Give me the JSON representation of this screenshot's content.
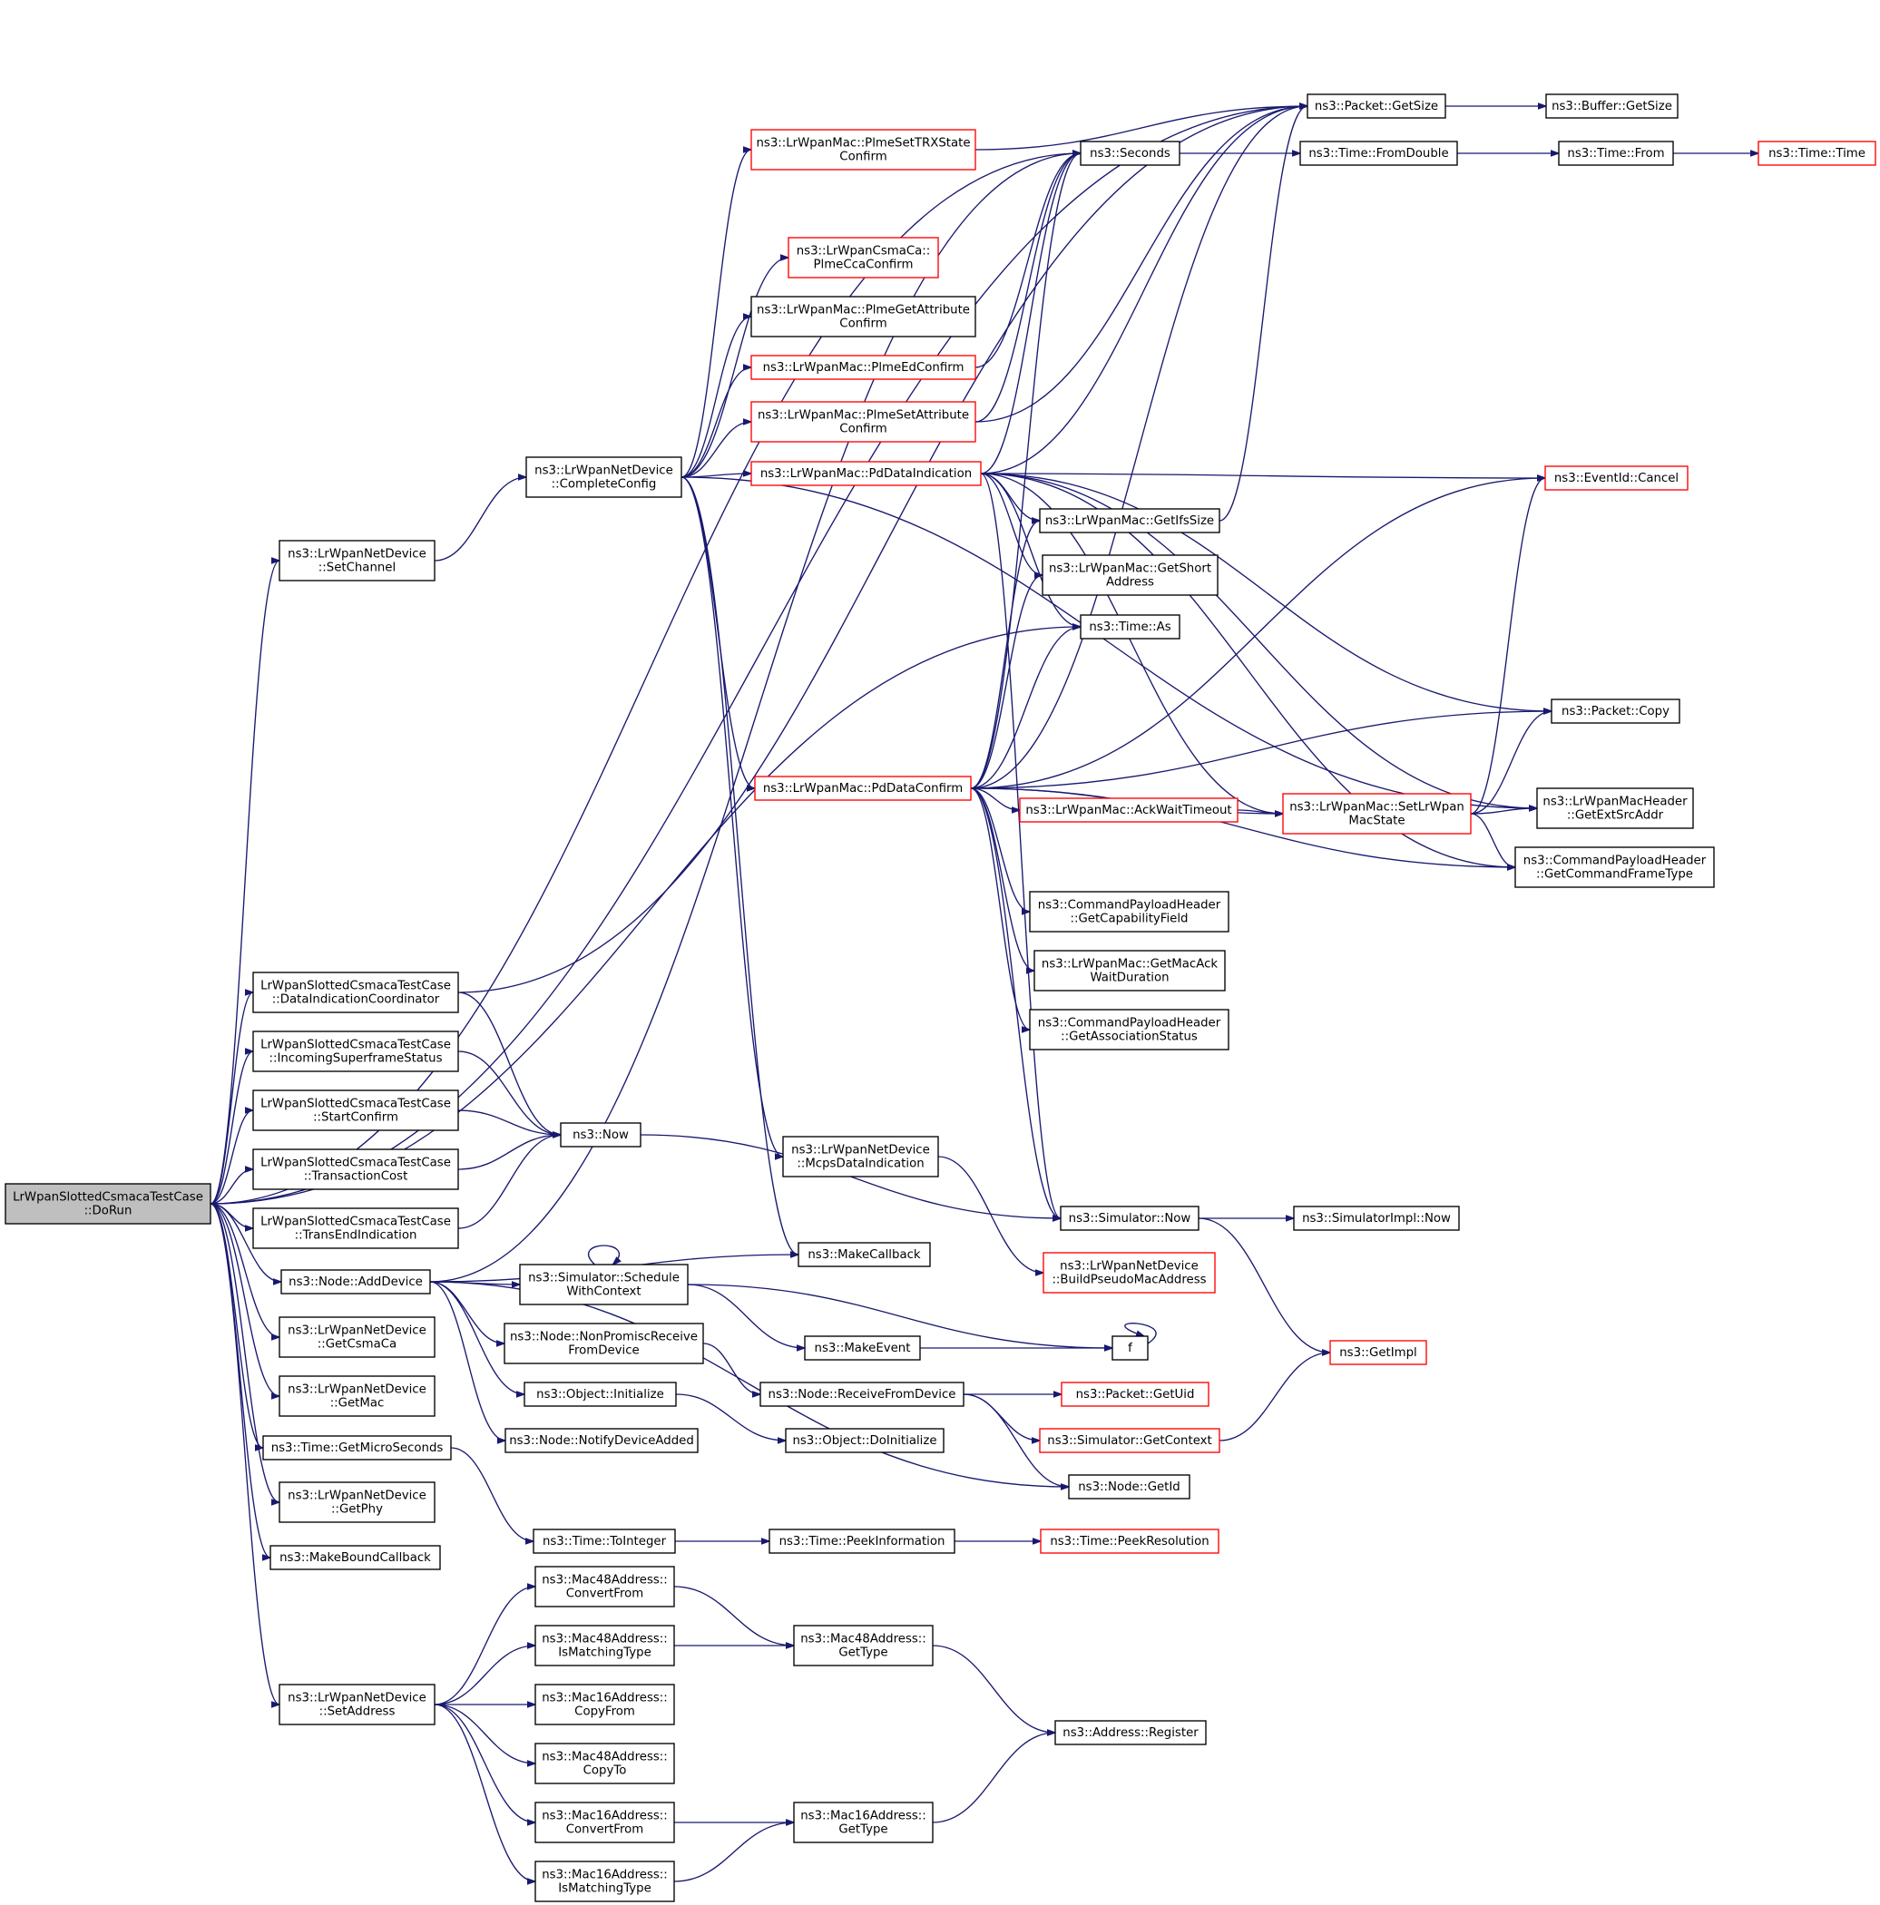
{
  "colors": {
    "edge": "#191970",
    "node_border_default": "#000000",
    "node_border_truncated": "#ff0000",
    "root_fill": "#bfbfbf",
    "node_fill": "#ffffff",
    "text": "#000000"
  },
  "nodes": [
    {
      "id": "root",
      "lines": [
        "LrWpanSlottedCsmacaTestCase",
        "::DoRun"
      ],
      "style": "root"
    },
    {
      "id": "pkt_getsize",
      "lines": [
        "ns3::Packet::GetSize"
      ],
      "style": "normal"
    },
    {
      "id": "buf_getsize",
      "lines": [
        "ns3::Buffer::GetSize"
      ],
      "style": "normal"
    },
    {
      "id": "seconds",
      "lines": [
        "ns3::Seconds"
      ],
      "style": "normal"
    },
    {
      "id": "fromdouble",
      "lines": [
        "ns3::Time::FromDouble"
      ],
      "style": "normal"
    },
    {
      "id": "time_from",
      "lines": [
        "ns3::Time::From"
      ],
      "style": "normal"
    },
    {
      "id": "time_time",
      "lines": [
        "ns3::Time::Time"
      ],
      "style": "truncated"
    },
    {
      "id": "plmesettrx",
      "lines": [
        "ns3::LrWpanMac::PlmeSetTRXState",
        "Confirm"
      ],
      "style": "truncated"
    },
    {
      "id": "plmecca",
      "lines": [
        "ns3::LrWpanCsmaCa::",
        "PlmeCcaConfirm"
      ],
      "style": "truncated"
    },
    {
      "id": "plmegetattr",
      "lines": [
        "ns3::LrWpanMac::PlmeGetAttribute",
        "Confirm"
      ],
      "style": "normal"
    },
    {
      "id": "plmeed",
      "lines": [
        "ns3::LrWpanMac::PlmeEdConfirm"
      ],
      "style": "truncated"
    },
    {
      "id": "plmesetattr",
      "lines": [
        "ns3::LrWpanMac::PlmeSetAttribute",
        "Confirm"
      ],
      "style": "truncated"
    },
    {
      "id": "pddataind",
      "lines": [
        "ns3::LrWpanMac::PdDataIndication"
      ],
      "style": "truncated"
    },
    {
      "id": "completeconfig",
      "lines": [
        "ns3::LrWpanNetDevice",
        "::CompleteConfig"
      ],
      "style": "normal"
    },
    {
      "id": "setchannel",
      "lines": [
        "ns3::LrWpanNetDevice",
        "::SetChannel"
      ],
      "style": "normal"
    },
    {
      "id": "eventcancel",
      "lines": [
        "ns3::EventId::Cancel"
      ],
      "style": "truncated"
    },
    {
      "id": "getifssize",
      "lines": [
        "ns3::LrWpanMac::GetIfsSize"
      ],
      "style": "normal"
    },
    {
      "id": "getshortaddr",
      "lines": [
        "ns3::LrWpanMac::GetShort",
        "Address"
      ],
      "style": "normal"
    },
    {
      "id": "time_as",
      "lines": [
        "ns3::Time::As"
      ],
      "style": "normal"
    },
    {
      "id": "pkt_copy",
      "lines": [
        "ns3::Packet::Copy"
      ],
      "style": "normal"
    },
    {
      "id": "pddataconfirm",
      "lines": [
        "ns3::LrWpanMac::PdDataConfirm"
      ],
      "style": "truncated"
    },
    {
      "id": "ackwait",
      "lines": [
        "ns3::LrWpanMac::AckWaitTimeout"
      ],
      "style": "truncated"
    },
    {
      "id": "setlrwpanmacstate",
      "lines": [
        "ns3::LrWpanMac::SetLrWpan",
        "MacState"
      ],
      "style": "truncated"
    },
    {
      "id": "getextsrc",
      "lines": [
        "ns3::LrWpanMacHeader",
        "::GetExtSrcAddr"
      ],
      "style": "normal"
    },
    {
      "id": "getcmdframe",
      "lines": [
        "ns3::CommandPayloadHeader",
        "::GetCommandFrameType"
      ],
      "style": "normal"
    },
    {
      "id": "getcapfield",
      "lines": [
        "ns3::CommandPayloadHeader",
        "::GetCapabilityField"
      ],
      "style": "normal"
    },
    {
      "id": "getmacack",
      "lines": [
        "ns3::LrWpanMac::GetMacAck",
        "WaitDuration"
      ],
      "style": "normal"
    },
    {
      "id": "getassoc",
      "lines": [
        "ns3::CommandPayloadHeader",
        "::GetAssociationStatus"
      ],
      "style": "normal"
    },
    {
      "id": "dataindcoord",
      "lines": [
        "LrWpanSlottedCsmacaTestCase",
        "::DataIndicationCoordinator"
      ],
      "style": "normal"
    },
    {
      "id": "incomingsf",
      "lines": [
        "LrWpanSlottedCsmacaTestCase",
        "::IncomingSuperframeStatus"
      ],
      "style": "normal"
    },
    {
      "id": "startconfirm",
      "lines": [
        "LrWpanSlottedCsmacaTestCase",
        "::StartConfirm"
      ],
      "style": "normal"
    },
    {
      "id": "transcost",
      "lines": [
        "LrWpanSlottedCsmacaTestCase",
        "::TransactionCost"
      ],
      "style": "normal"
    },
    {
      "id": "transend",
      "lines": [
        "LrWpanSlottedCsmacaTestCase",
        "::TransEndIndication"
      ],
      "style": "normal"
    },
    {
      "id": "ns3now",
      "lines": [
        "ns3::Now"
      ],
      "style": "normal"
    },
    {
      "id": "mcpsdataind",
      "lines": [
        "ns3::LrWpanNetDevice",
        "::McpsDataIndication"
      ],
      "style": "normal"
    },
    {
      "id": "simnow",
      "lines": [
        "ns3::Simulator::Now"
      ],
      "style": "normal"
    },
    {
      "id": "simimplnow",
      "lines": [
        "ns3::SimulatorImpl::Now"
      ],
      "style": "normal"
    },
    {
      "id": "buildpseudo",
      "lines": [
        "ns3::LrWpanNetDevice",
        "::BuildPseudoMacAddress"
      ],
      "style": "truncated"
    },
    {
      "id": "makecallback",
      "lines": [
        "ns3::MakeCallback"
      ],
      "style": "normal"
    },
    {
      "id": "adddevice",
      "lines": [
        "ns3::Node::AddDevice"
      ],
      "style": "normal"
    },
    {
      "id": "schedwithctx",
      "lines": [
        "ns3::Simulator::Schedule",
        "WithContext"
      ],
      "style": "normal"
    },
    {
      "id": "makeevent",
      "lines": [
        "ns3::MakeEvent"
      ],
      "style": "normal"
    },
    {
      "id": "f",
      "lines": [
        "f"
      ],
      "style": "normal"
    },
    {
      "id": "getimpl",
      "lines": [
        "ns3::GetImpl"
      ],
      "style": "truncated"
    },
    {
      "id": "nonpromisc",
      "lines": [
        "ns3::Node::NonPromiscReceive",
        "FromDevice"
      ],
      "style": "normal"
    },
    {
      "id": "recvfromdevice",
      "lines": [
        "ns3::Node::ReceiveFromDevice"
      ],
      "style": "normal"
    },
    {
      "id": "pkt_getuid",
      "lines": [
        "ns3::Packet::GetUid"
      ],
      "style": "truncated"
    },
    {
      "id": "objinit",
      "lines": [
        "ns3::Object::Initialize"
      ],
      "style": "normal"
    },
    {
      "id": "simgetctx",
      "lines": [
        "ns3::Simulator::GetContext"
      ],
      "style": "truncated"
    },
    {
      "id": "notifydevadded",
      "lines": [
        "ns3::Node::NotifyDeviceAdded"
      ],
      "style": "normal"
    },
    {
      "id": "objdoinit",
      "lines": [
        "ns3::Object::DoInitialize"
      ],
      "style": "normal"
    },
    {
      "id": "nodegetid",
      "lines": [
        "ns3::Node::GetId"
      ],
      "style": "normal"
    },
    {
      "id": "getcsmaca",
      "lines": [
        "ns3::LrWpanNetDevice",
        "::GetCsmaCa"
      ],
      "style": "normal"
    },
    {
      "id": "getmac",
      "lines": [
        "ns3::LrWpanNetDevice",
        "::GetMac"
      ],
      "style": "normal"
    },
    {
      "id": "getmicro",
      "lines": [
        "ns3::Time::GetMicroSeconds"
      ],
      "style": "normal"
    },
    {
      "id": "getphy",
      "lines": [
        "ns3::LrWpanNetDevice",
        "::GetPhy"
      ],
      "style": "normal"
    },
    {
      "id": "makebound",
      "lines": [
        "ns3::MakeBoundCallback"
      ],
      "style": "normal"
    },
    {
      "id": "tointeger",
      "lines": [
        "ns3::Time::ToInteger"
      ],
      "style": "normal"
    },
    {
      "id": "peekinfo",
      "lines": [
        "ns3::Time::PeekInformation"
      ],
      "style": "normal"
    },
    {
      "id": "peekres",
      "lines": [
        "ns3::Time::PeekResolution"
      ],
      "style": "truncated"
    },
    {
      "id": "m48convfrom",
      "lines": [
        "ns3::Mac48Address::",
        "ConvertFrom"
      ],
      "style": "normal"
    },
    {
      "id": "m48ismatch",
      "lines": [
        "ns3::Mac48Address::",
        "IsMatchingType"
      ],
      "style": "normal"
    },
    {
      "id": "m48gettype",
      "lines": [
        "ns3::Mac48Address::",
        "GetType"
      ],
      "style": "normal"
    },
    {
      "id": "m16copyfrom",
      "lines": [
        "ns3::Mac16Address::",
        "CopyFrom"
      ],
      "style": "normal"
    },
    {
      "id": "m48copyto",
      "lines": [
        "ns3::Mac48Address::",
        "CopyTo"
      ],
      "style": "normal"
    },
    {
      "id": "setaddress",
      "lines": [
        "ns3::LrWpanNetDevice",
        "::SetAddress"
      ],
      "style": "normal"
    },
    {
      "id": "addrregister",
      "lines": [
        "ns3::Address::Register"
      ],
      "style": "normal"
    },
    {
      "id": "m16convfrom",
      "lines": [
        "ns3::Mac16Address::",
        "ConvertFrom"
      ],
      "style": "normal"
    },
    {
      "id": "m16gettype",
      "lines": [
        "ns3::Mac16Address::",
        "GetType"
      ],
      "style": "normal"
    },
    {
      "id": "m16ismatch",
      "lines": [
        "ns3::Mac16Address::",
        "IsMatchingType"
      ],
      "style": "normal"
    }
  ],
  "edges": [
    [
      "root",
      "pkt_getsize"
    ],
    [
      "root",
      "seconds"
    ],
    [
      "root",
      "setchannel"
    ],
    [
      "root",
      "time_as"
    ],
    [
      "root",
      "dataindcoord"
    ],
    [
      "root",
      "incomingsf"
    ],
    [
      "root",
      "startconfirm"
    ],
    [
      "root",
      "transcost"
    ],
    [
      "root",
      "transend"
    ],
    [
      "root",
      "adddevice"
    ],
    [
      "root",
      "getcsmaca"
    ],
    [
      "root",
      "getmac"
    ],
    [
      "root",
      "getmicro"
    ],
    [
      "root",
      "getphy"
    ],
    [
      "root",
      "makebound"
    ],
    [
      "root",
      "setaddress"
    ],
    [
      "pkt_getsize",
      "buf_getsize"
    ],
    [
      "seconds",
      "fromdouble"
    ],
    [
      "fromdouble",
      "time_from"
    ],
    [
      "time_from",
      "time_time"
    ],
    [
      "plmesettrx",
      "pkt_getsize"
    ],
    [
      "plmeed",
      "seconds"
    ],
    [
      "plmesetattr",
      "seconds"
    ],
    [
      "plmesetattr",
      "pkt_getsize"
    ],
    [
      "setchannel",
      "completeconfig"
    ],
    [
      "completeconfig",
      "plmesettrx"
    ],
    [
      "completeconfig",
      "plmecca"
    ],
    [
      "completeconfig",
      "plmegetattr"
    ],
    [
      "completeconfig",
      "plmeed"
    ],
    [
      "completeconfig",
      "plmesetattr"
    ],
    [
      "completeconfig",
      "pddataind"
    ],
    [
      "completeconfig",
      "pddataconfirm"
    ],
    [
      "completeconfig",
      "mcpsdataind"
    ],
    [
      "completeconfig",
      "makecallback"
    ],
    [
      "completeconfig",
      "getextsrc"
    ],
    [
      "pddataind",
      "seconds"
    ],
    [
      "pddataind",
      "pkt_getsize"
    ],
    [
      "pddataind",
      "eventcancel"
    ],
    [
      "pddataind",
      "pkt_copy"
    ],
    [
      "pddataind",
      "getifssize"
    ],
    [
      "pddataind",
      "getshortaddr"
    ],
    [
      "pddataind",
      "time_as"
    ],
    [
      "pddataind",
      "setlrwpanmacstate"
    ],
    [
      "pddataind",
      "getextsrc"
    ],
    [
      "pddataind",
      "getcmdframe"
    ],
    [
      "pddataind",
      "simnow"
    ],
    [
      "pddataconfirm",
      "seconds"
    ],
    [
      "pddataconfirm",
      "pkt_getsize"
    ],
    [
      "pddataconfirm",
      "eventcancel"
    ],
    [
      "pddataconfirm",
      "getifssize"
    ],
    [
      "pddataconfirm",
      "getshortaddr"
    ],
    [
      "pddataconfirm",
      "time_as"
    ],
    [
      "pddataconfirm",
      "pkt_copy"
    ],
    [
      "pddataconfirm",
      "ackwait"
    ],
    [
      "pddataconfirm",
      "setlrwpanmacstate"
    ],
    [
      "pddataconfirm",
      "getcapfield"
    ],
    [
      "pddataconfirm",
      "getmacack"
    ],
    [
      "pddataconfirm",
      "getassoc"
    ],
    [
      "pddataconfirm",
      "getcmdframe"
    ],
    [
      "pddataconfirm",
      "simnow"
    ],
    [
      "ackwait",
      "setlrwpanmacstate"
    ],
    [
      "getifssize",
      "pkt_getsize"
    ],
    [
      "setlrwpanmacstate",
      "eventcancel"
    ],
    [
      "setlrwpanmacstate",
      "pkt_copy"
    ],
    [
      "setlrwpanmacstate",
      "getextsrc"
    ],
    [
      "setlrwpanmacstate",
      "getcmdframe"
    ],
    [
      "dataindcoord",
      "ns3now"
    ],
    [
      "dataindcoord",
      "pkt_getsize"
    ],
    [
      "incomingsf",
      "ns3now"
    ],
    [
      "startconfirm",
      "ns3now"
    ],
    [
      "transcost",
      "ns3now"
    ],
    [
      "transend",
      "ns3now"
    ],
    [
      "ns3now",
      "simnow"
    ],
    [
      "mcpsdataind",
      "buildpseudo"
    ],
    [
      "simnow",
      "simimplnow"
    ],
    [
      "simnow",
      "getimpl"
    ],
    [
      "adddevice",
      "seconds"
    ],
    [
      "adddevice",
      "makecallback"
    ],
    [
      "adddevice",
      "schedwithctx"
    ],
    [
      "adddevice",
      "nonpromisc"
    ],
    [
      "adddevice",
      "objinit"
    ],
    [
      "adddevice",
      "notifydevadded"
    ],
    [
      "adddevice",
      "nodegetid"
    ],
    [
      "schedwithctx",
      "schedwithctx"
    ],
    [
      "schedwithctx",
      "makeevent"
    ],
    [
      "schedwithctx",
      "f"
    ],
    [
      "makeevent",
      "f"
    ],
    [
      "f",
      "f"
    ],
    [
      "nonpromisc",
      "recvfromdevice"
    ],
    [
      "recvfromdevice",
      "pkt_getuid"
    ],
    [
      "recvfromdevice",
      "simgetctx"
    ],
    [
      "recvfromdevice",
      "nodegetid"
    ],
    [
      "simgetctx",
      "getimpl"
    ],
    [
      "objinit",
      "objdoinit"
    ],
    [
      "getmicro",
      "tointeger"
    ],
    [
      "tointeger",
      "peekinfo"
    ],
    [
      "peekinfo",
      "peekres"
    ],
    [
      "setaddress",
      "m48convfrom"
    ],
    [
      "setaddress",
      "m48ismatch"
    ],
    [
      "setaddress",
      "m16copyfrom"
    ],
    [
      "setaddress",
      "m48copyto"
    ],
    [
      "setaddress",
      "m16convfrom"
    ],
    [
      "setaddress",
      "m16ismatch"
    ],
    [
      "m48convfrom",
      "m48gettype"
    ],
    [
      "m48ismatch",
      "m48gettype"
    ],
    [
      "m48gettype",
      "addrregister"
    ],
    [
      "m16convfrom",
      "m16gettype"
    ],
    [
      "m16ismatch",
      "m16gettype"
    ],
    [
      "m16gettype",
      "addrregister"
    ]
  ]
}
